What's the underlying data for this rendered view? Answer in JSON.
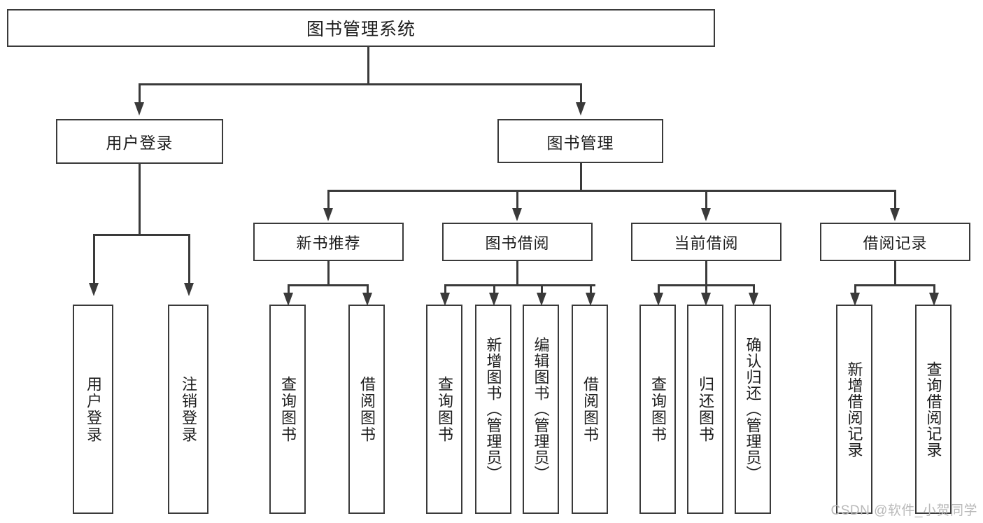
{
  "diagram": {
    "title": "图书管理系统",
    "watermark": "CSDN @软件_小贺同学"
  },
  "nodes": {
    "root": {
      "label": "图书管理系统"
    },
    "level1": [
      {
        "id": "user-login",
        "label": "用户登录"
      },
      {
        "id": "book-management",
        "label": "图书管理"
      }
    ],
    "level2": [
      {
        "id": "new-book-recommend",
        "label": "新书推荐"
      },
      {
        "id": "book-borrow",
        "label": "图书借阅"
      },
      {
        "id": "current-borrow",
        "label": "当前借阅"
      },
      {
        "id": "borrow-record",
        "label": "借阅记录"
      }
    ],
    "leaves": [
      {
        "id": "leaf-user-login",
        "label": "用户登录"
      },
      {
        "id": "leaf-logout-login",
        "label": "注销登录"
      },
      {
        "id": "leaf-query-book-1",
        "label": "查询图书"
      },
      {
        "id": "leaf-borrow-book-1",
        "label": "借阅图书"
      },
      {
        "id": "leaf-query-book-2",
        "label": "查询图书"
      },
      {
        "id": "leaf-add-book",
        "label": "新增图书（管理员）"
      },
      {
        "id": "leaf-edit-book",
        "label": "编辑图书（管理员）"
      },
      {
        "id": "leaf-borrow-book-2",
        "label": "借阅图书"
      },
      {
        "id": "leaf-query-book-3",
        "label": "查询图书"
      },
      {
        "id": "leaf-return-book",
        "label": "归还图书"
      },
      {
        "id": "leaf-confirm-return",
        "label": "确认归还（管理员）"
      },
      {
        "id": "leaf-add-borrow-record",
        "label": "新增借阅记录"
      },
      {
        "id": "leaf-query-borrow-record",
        "label": "查询借阅记录"
      }
    ]
  },
  "colors": {
    "stroke": "#3a3a3a",
    "background": "#ffffff",
    "text": "#1d1d1d",
    "watermark": "#b9b9b9"
  }
}
